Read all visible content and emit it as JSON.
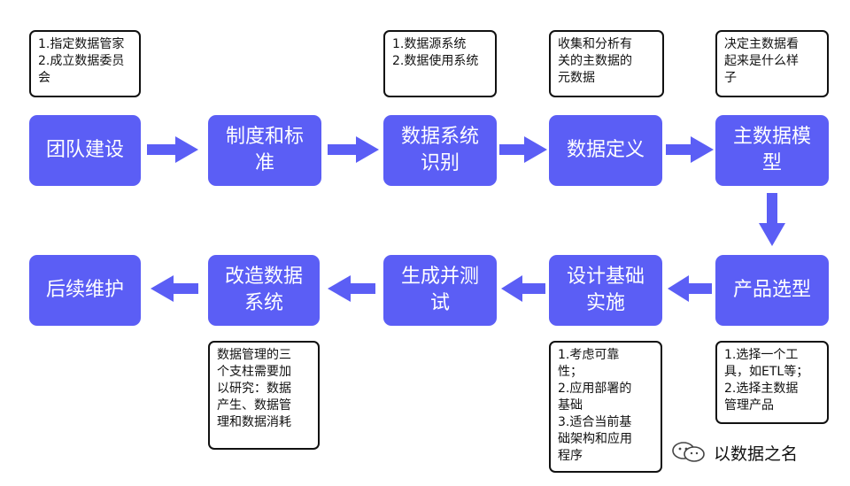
{
  "notes": {
    "team": "1.指定数据管家\n2.成立数据委员\n会",
    "sysid": "1.数据源系统\n2.数据使用系统",
    "define": "收集和分析有\n关的主数据的\n元数据",
    "model": "决定主数据看\n起来是什么样\n子",
    "selection": "1.选择一个工\n具，如ETL等；\n2.选择主数据\n管理产品",
    "infra": "1.考虑可靠\n性；\n2.应用部署的\n基础\n3.适合当前基\n础架构和应用\n程序",
    "transform": "数据管理的三\n个支柱需要加\n以研究：数据\n产生、数据管\n理和数据消耗"
  },
  "steps": {
    "team": "团队建设",
    "policy": "制度和标\n准",
    "sysid": "数据系统\n识别",
    "define": "数据定义",
    "model": "主数据模\n型",
    "selection": "产品选型",
    "infra": "设计基础\n实施",
    "test": "生成并测\n试",
    "transform": "改造数据\n系统",
    "maintain": "后续维护"
  },
  "watermark": {
    "icon": "wechat-icon",
    "text": "以数据之名"
  },
  "colors": {
    "step_fill": "#5b5ef5",
    "note_border": "#111111"
  }
}
